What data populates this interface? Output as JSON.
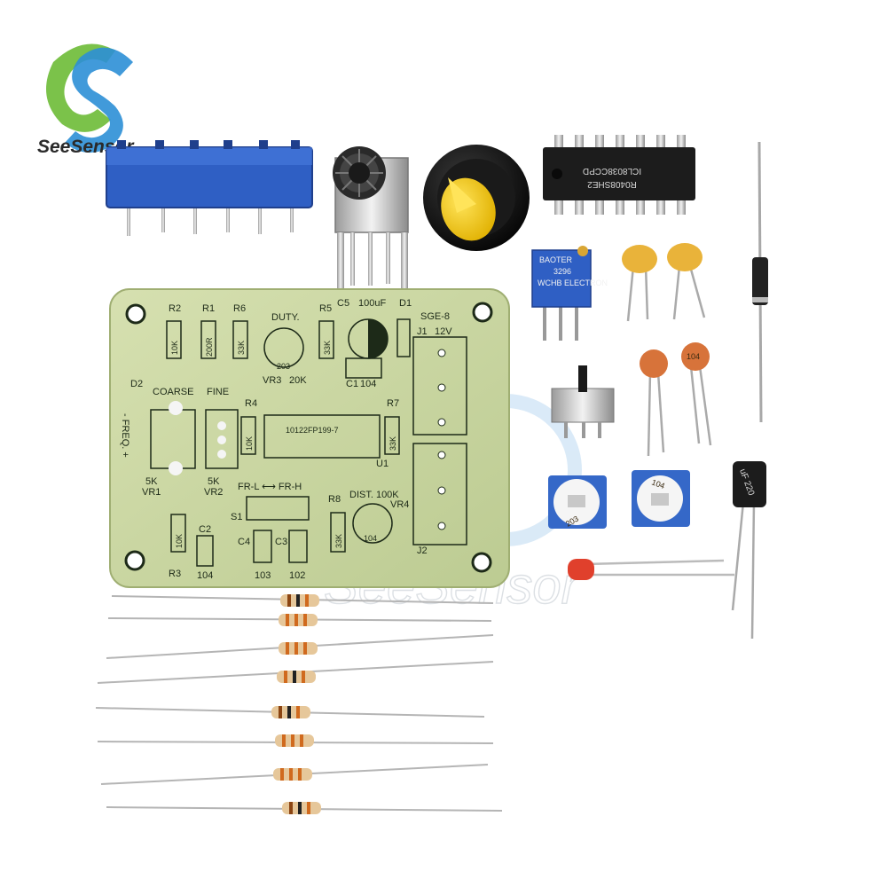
{
  "brand": {
    "name": "SeeSensor",
    "watermark": "SeeSensor",
    "logo_color_green": "#7bc24a",
    "logo_color_blue": "#2c8fd6"
  },
  "pcb": {
    "color": "#c9d6a4",
    "labels": {
      "r2": "R2",
      "r1": "R1",
      "r6": "R6",
      "duty": "DUTY.",
      "r5": "R5",
      "c5": "C5",
      "c5_val": "100uF",
      "d1": "D1",
      "sge": "SGE-8",
      "j1": "J1",
      "v12": "12V",
      "r2_val": "10K",
      "r1_val": "200R",
      "r6_val": "33K",
      "r5_val": "33K",
      "vr3_val": "203",
      "vr3": "VR3",
      "vr3_res": "20K",
      "c1": "C1",
      "c1_val": "104",
      "d2": "D2",
      "coarse": "COARSE",
      "fine": "FINE",
      "freq": "- FREQ. +",
      "r4": "R4",
      "r4_val": "10K",
      "r7": "R7",
      "r7_val": "33K",
      "ic_text": "10122FP199-7",
      "u1": "U1",
      "vr1_val": "5K",
      "vr1": "VR1",
      "vr2_val": "5K",
      "vr2": "VR2",
      "fr": "FR-L ⟷ FR-H",
      "s1": "S1",
      "dist": "DIST. 100K",
      "vr4": "VR4",
      "vr4_val": "104",
      "r8": "R8",
      "r8_val": "33K",
      "r3": "R3",
      "r3_val": "10K",
      "c2": "C2",
      "c2_val": "104",
      "c4": "C4",
      "c4_val": "103",
      "c3": "C3",
      "c3_val": "102",
      "j2": "J2"
    }
  },
  "components": {
    "ic_line1": "ICL8038CCPD",
    "ic_line2": "R0408SHE2",
    "trimmer_brand": "BAOTER",
    "trimmer_code": "3296",
    "trimmer_sub": "WCHB ELECTRON",
    "ceramic_cap_label": "104",
    "trimmer_small_a": "203",
    "trimmer_small_b": "104",
    "electrolytic_label": "uF 220"
  },
  "colors": {
    "blue_pot": "#2f5fc4",
    "yellow_knob": "#f0c818",
    "chip_black": "#1c1c1c",
    "ceramic_yellow": "#e9b33a",
    "ceramic_orange": "#d7733a",
    "led_red": "#e0402c",
    "resistor_body": "#e6c79a"
  }
}
